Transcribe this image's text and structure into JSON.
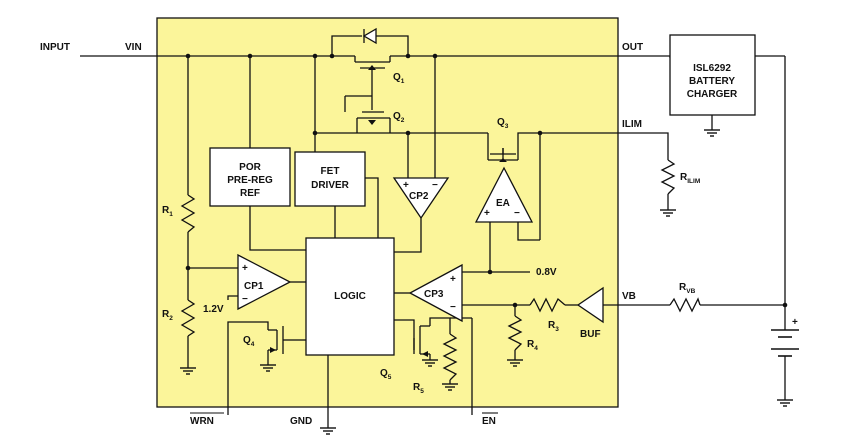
{
  "chip": {
    "fill": "#fbf59a"
  },
  "pins": {
    "input": "INPUT",
    "vin": "VIN",
    "out": "OUT",
    "ilim": "ILIM",
    "vb": "VB",
    "wrn": "WRN",
    "gnd": "GND",
    "en": "EN"
  },
  "blocks": {
    "por": [
      "POR",
      "PRE-REG",
      "REF"
    ],
    "fet": [
      "FET",
      "DRIVER"
    ],
    "logic": "LOGIC",
    "charger": [
      "ISL6292",
      "BATTERY",
      "CHARGER"
    ]
  },
  "amps": {
    "cp1": "CP1",
    "cp2": "CP2",
    "cp3": "CP3",
    "ea": "EA",
    "buf": "BUF"
  },
  "refs": {
    "v12": "1.2V",
    "v08": "0.8V"
  },
  "components": {
    "q1": {
      "main": "Q",
      "sub": "1"
    },
    "q2": {
      "main": "Q",
      "sub": "2"
    },
    "q3": {
      "main": "Q",
      "sub": "3"
    },
    "q4": {
      "main": "Q",
      "sub": "4"
    },
    "q5": {
      "main": "Q",
      "sub": "5"
    },
    "r1": {
      "main": "R",
      "sub": "1"
    },
    "r2": {
      "main": "R",
      "sub": "2"
    },
    "r3": {
      "main": "R",
      "sub": "3"
    },
    "r4": {
      "main": "R",
      "sub": "4"
    },
    "r5": {
      "main": "R",
      "sub": "5"
    },
    "rilim": {
      "main": "R",
      "sub": "ILIM"
    },
    "rvb": {
      "main": "R",
      "sub": "VB"
    }
  },
  "signs": {
    "plus": "+",
    "minus": "−"
  }
}
